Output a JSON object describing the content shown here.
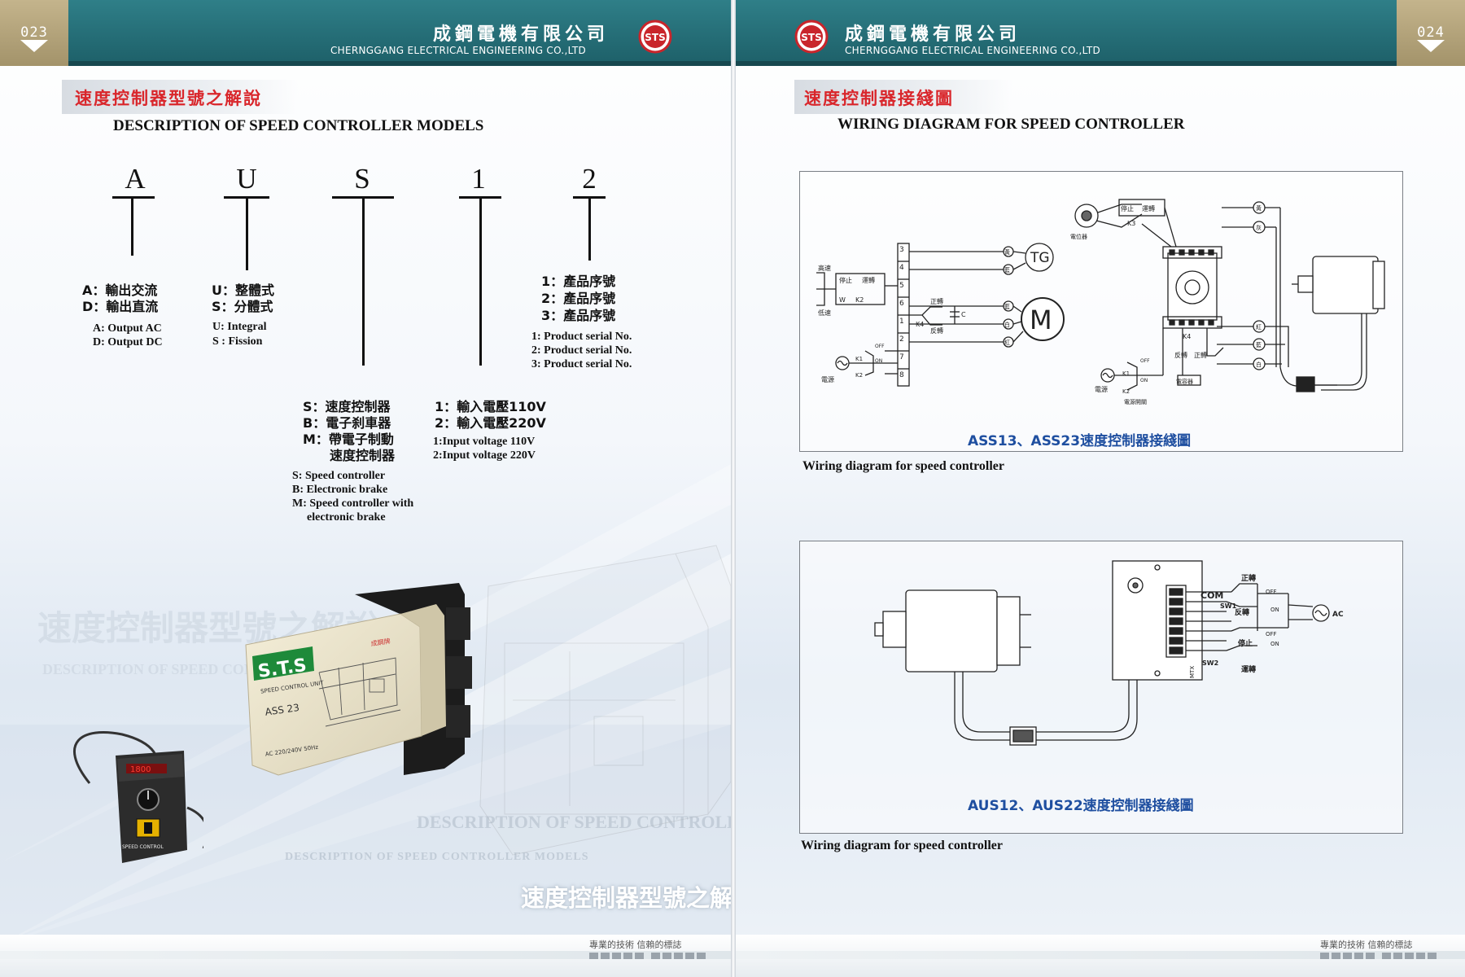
{
  "company": {
    "name_zh": "成鋼電機有限公司",
    "name_en": "CHERNGGANG ELECTRICAL ENGINEERING CO.,LTD",
    "logo": "STS"
  },
  "left_page": {
    "page_number": "023",
    "section_title_zh": "速度控制器型號之解說",
    "section_title_en": "DESCRIPTION OF SPEED CONTROLLER MODELS",
    "model_code": [
      "A",
      "U",
      "S",
      "1",
      "2"
    ],
    "legend_a": {
      "zh": [
        "A：輸出交流",
        "D：輸出直流"
      ],
      "en": [
        "A: Output AC",
        "D: Output DC"
      ]
    },
    "legend_u": {
      "zh": [
        "U：整體式",
        "S：分體式"
      ],
      "en": [
        "U: Integral",
        "S : Fission"
      ]
    },
    "legend_s": {
      "zh": [
        "S：速度控制器",
        "B：電子刹車器",
        "M：帶電子制動",
        "速度控制器"
      ],
      "en": [
        "S: Speed controller",
        "B: Electronic brake",
        "M: Speed controller with",
        "electronic brake"
      ]
    },
    "legend_1": {
      "zh": [
        "1：輸入電壓110V",
        "2：輸入電壓220V"
      ],
      "en": [
        "1:Input voltage 110V",
        "2:Input voltage 220V"
      ]
    },
    "legend_2": {
      "zh": [
        "1：產品序號",
        "2：產品序號",
        "3：產品序號"
      ],
      "en": [
        "1: Product serial No.",
        "2: Product serial No.",
        "3: Product serial No."
      ]
    },
    "product_box": {
      "brand": "S.T.S",
      "unit": "SPEED CONTROL UNIT",
      "model": "ASS 23",
      "voltage": "AC 220/240V 50Hz",
      "side_brand": "成鋼牌"
    },
    "product_panel": {
      "display": "1800",
      "label": "SPEED CONTROL"
    },
    "watermark_zh": "速度控制器型號之解說",
    "watermark_en": "DESCRIPTION OF SPEED CONTROLLER MODELS",
    "slogan": "專業的技術  信賴的標誌"
  },
  "right_page": {
    "page_number": "024",
    "section_title_zh": "速度控制器接綫圖",
    "section_title_en": "WIRING DIAGRAM FOR SPEED CONTROLLER",
    "diagram1": {
      "caption": "ASS13、ASS23速度控制器接綫圖",
      "desc": "Wiring diagram for speed controller",
      "labels": {
        "tg": "TG",
        "m": "M",
        "high": "高速",
        "low": "低速",
        "stop": "停止",
        "run": "運轉",
        "fwd": "正轉",
        "rev": "反轉",
        "power": "電源",
        "pot": "電位器",
        "cap": "電容器",
        "power_switch": "電源開關",
        "yellow": "黃",
        "blue": "藍",
        "white": "白",
        "red": "紅",
        "grey": "灰",
        "off": "OFF",
        "on": "ON",
        "c": "C",
        "w": "W",
        "k1": "K1",
        "k2": "K2",
        "k3": "K3",
        "k4": "K4",
        "terminals": [
          "3",
          "4",
          "5",
          "6",
          "1",
          "2",
          "7",
          "8"
        ]
      }
    },
    "diagram2": {
      "caption": "AUS12、AUS22速度控制器接綫圖",
      "desc": "Wiring diagram for speed controller",
      "labels": {
        "com": "COM",
        "sw1": "SW1",
        "sw2": "SW2",
        "fwd": "正轉",
        "rev": "反轉",
        "stop": "停止",
        "run": "運轉",
        "off": "OFF",
        "on": "ON",
        "ac": "AC",
        "mtx": "MTX"
      }
    },
    "slogan": "專業的技術  信賴的標誌"
  }
}
